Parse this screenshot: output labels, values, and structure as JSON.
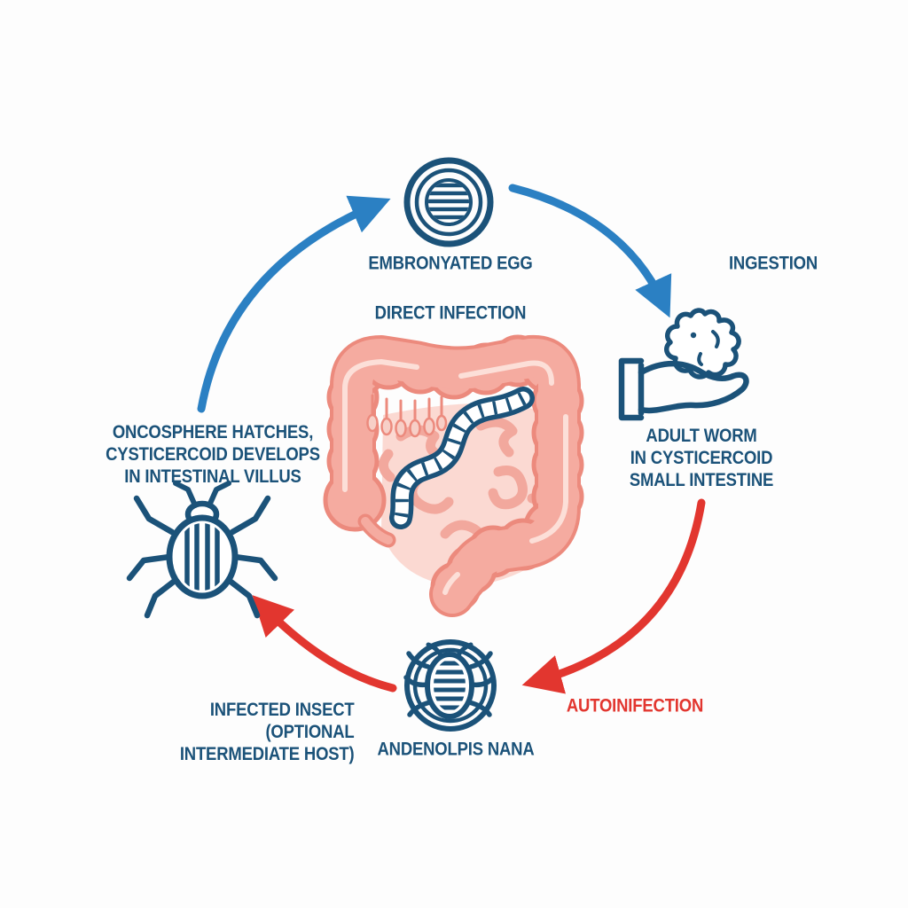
{
  "diagram": {
    "subject": "Hymenolepis nana life cycle diagram"
  },
  "labels": {
    "embryonated_egg": "EMBRONYATED EGG",
    "direct_infection": "DIRECT INFECTION",
    "ingestion": "INGESTION",
    "adult_worm_line1": "ADULT WORM",
    "adult_worm_line2": "IN CYSTICERCOID",
    "adult_worm_line3": "SMALL INTESTINE",
    "oncosphere_line1": "ONCOSPHERE HATCHES,",
    "oncosphere_line2": "CYSTICERCOID DEVELOPS",
    "oncosphere_line3": "IN INTESTINAL VILLUS",
    "infected_insect_line1": "INFECTED INSECT",
    "infected_insect_line2": "(OPTIONAL",
    "infected_insect_line3": "INTERMEDIATE HOST)",
    "species": "ANDENOLPIS NANA",
    "autoinfection": "AUTOINIFECTION"
  },
  "icons": {
    "egg": "embryonated-egg-icon",
    "hand": "hand-holding-cysticercoid-icon",
    "beetle": "beetle-icon",
    "mite_circle": "insect-in-circle-icon",
    "intestine": "intestine-with-tapeworm-illustration"
  },
  "colors": {
    "background": "#fdfdfd",
    "navy": "#1b5279",
    "blue": "#2b80c3",
    "red": "#e2362f",
    "salmon_line": "#ec8a7d",
    "salmon_fill": "#f5aba0",
    "pink_light": "#fbd9d2",
    "pink_mid": "#f2a89d",
    "pink_bulb": "#f7cfc7",
    "pink_hl": "#fcdfd8"
  }
}
